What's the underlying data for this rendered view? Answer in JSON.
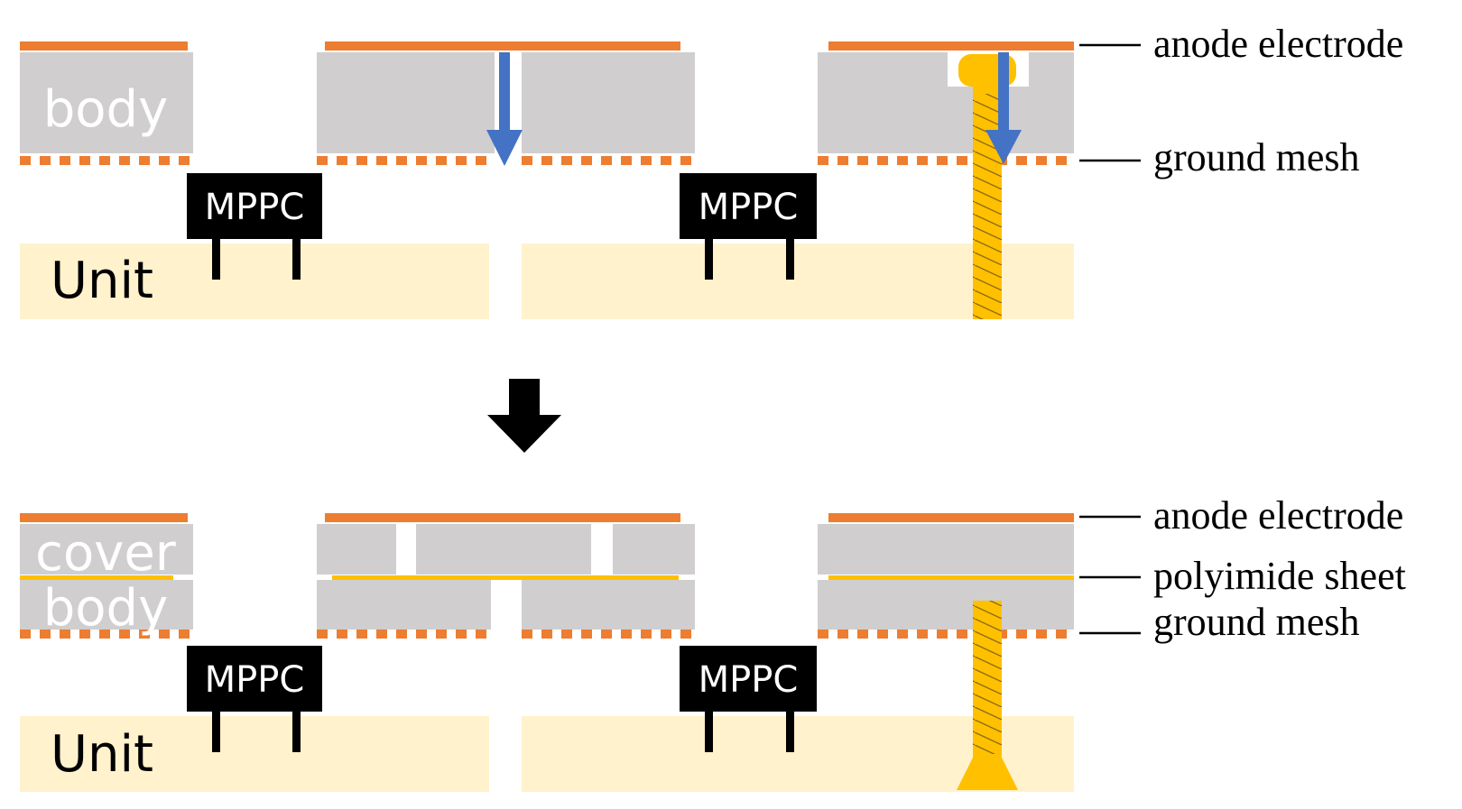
{
  "colors": {
    "electrode": "#ED7D31",
    "body_gray": "#D0CECE",
    "unit": "#FFF2CC",
    "screw": "#FFC000",
    "screw_dark": "#B8860B",
    "mppc": "#000000",
    "arrow_blue": "#4472C4",
    "black": "#000000",
    "white": "#FFFFFF"
  },
  "top_panel": {
    "body_label": "body",
    "unit_label": "Unit",
    "mppc_left": "MPPC",
    "mppc_right": "MPPC",
    "legend": {
      "anode": "anode electrode",
      "ground": "ground mesh"
    }
  },
  "bottom_panel": {
    "cover_label": "cover",
    "body_label": "body",
    "unit_label": "Unit",
    "mppc_left": "MPPC",
    "mppc_right": "MPPC",
    "legend": {
      "anode": "anode electrode",
      "polyimide": "polyimide sheet",
      "ground": "ground mesh"
    }
  },
  "icons": {
    "transition": "arrow-down-icon",
    "discharge": "arrow-down-icon",
    "screw": "screw-icon"
  }
}
